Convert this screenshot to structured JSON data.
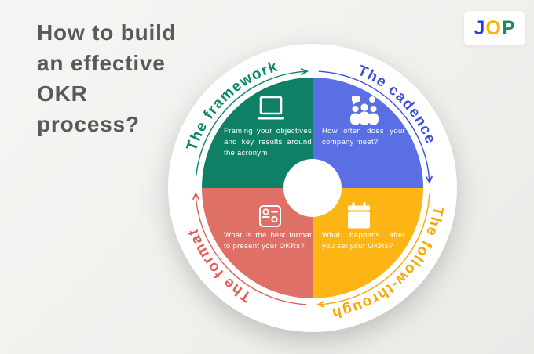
{
  "background_color": "#f1f0ed",
  "title": {
    "lines": [
      "How to build",
      "an effective",
      "OKR",
      "process?"
    ],
    "color": "#58595b"
  },
  "logo": {
    "letters": [
      {
        "char": "J",
        "color": "#2b3bd7"
      },
      {
        "char": "O",
        "color": "#fdb401"
      },
      {
        "char": "P",
        "color": "#1c8a66"
      }
    ]
  },
  "cycle": {
    "flow_direction": "clockwise",
    "segments": [
      {
        "id": "framework",
        "label": "The framework",
        "fill_color": "#0e8066",
        "label_color": "#0a8766",
        "icon": "laptop-icon",
        "description": "Framing your objectives and key results around the acronym"
      },
      {
        "id": "cadence",
        "label": "The cadence",
        "fill_color": "#5a6fe3",
        "label_color": "#3d50dc",
        "icon": "team-discussion-icon",
        "description": "How often does your company meet?"
      },
      {
        "id": "follow_through",
        "label": "The follow-through",
        "fill_color": "#fcb514",
        "label_color": "#f9a702",
        "icon": "calendar-icon",
        "description": "What happens after you set your OKRs?"
      },
      {
        "id": "format",
        "label": "The format",
        "fill_color": "#df7066",
        "label_color": "#dd5f55",
        "icon": "slide-layout-icon",
        "description": "What is the best format to present your OKRs?"
      }
    ]
  }
}
